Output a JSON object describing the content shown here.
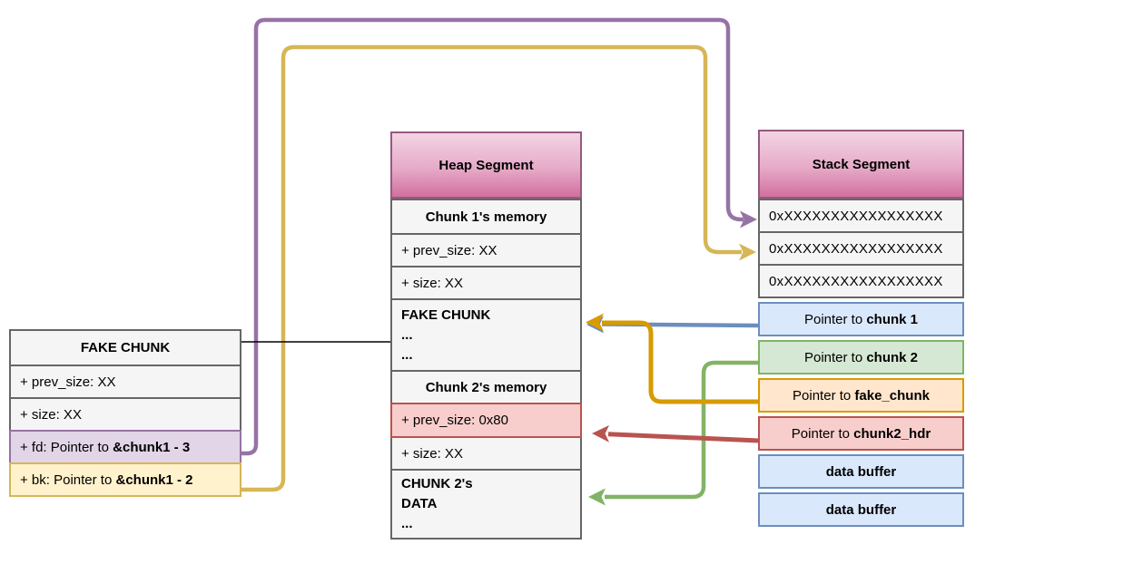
{
  "colors": {
    "purple": "#9673a6",
    "purple_fill": "#e1d5e7",
    "yellow": "#d6b656",
    "yellow_fill": "#fff2cc",
    "blue": "#6c8ebf",
    "blue_fill": "#dae8fc",
    "green": "#82b366",
    "green_fill": "#d5e8d4",
    "orange": "#d79b00",
    "orange_fill": "#ffe6cc",
    "red": "#b85450",
    "red_fill": "#f8cecc",
    "gray_fill": "#f5f5f5",
    "gray_border": "#666666",
    "connector_black": "#000000",
    "header_gradient_top": "#f2d4e4",
    "header_gradient_bottom": "#d2709e"
  },
  "fake_chunk": {
    "title": "FAKE CHUNK",
    "prev_size": "+ prev_size: XX",
    "size": "+ size: XX",
    "fd_prefix": "+ fd: Pointer to ",
    "fd_target": "&chunk1 - 3",
    "bk_prefix": "+ bk: Pointer to ",
    "bk_target": "&chunk1 - 2"
  },
  "heap": {
    "title": "Heap Segment",
    "chunk1_header": "Chunk 1's memory",
    "chunk1_prev_size": "+ prev_size: XX",
    "chunk1_size": "+ size: XX",
    "fake_chunk_line1": "FAKE CHUNK",
    "fake_chunk_line2": "...",
    "fake_chunk_line3": "...",
    "chunk2_header": "Chunk 2's memory",
    "chunk2_prev_size": "+ prev_size: 0x80",
    "chunk2_size": "+ size: XX",
    "chunk2_data_line1": "CHUNK 2's",
    "chunk2_data_line2": "DATA",
    "chunk2_data_line3": "..."
  },
  "stack": {
    "title": "Stack Segment",
    "addr_placeholder": "0xXXXXXXXXXXXXXXXXX",
    "ptr_prefix": "Pointer to ",
    "ptr_chunk1": "chunk 1",
    "ptr_chunk2": "chunk 2",
    "ptr_fake_chunk": "fake_chunk",
    "ptr_chunk2_hdr": "chunk2_hdr",
    "data_buffer": "data buffer"
  }
}
